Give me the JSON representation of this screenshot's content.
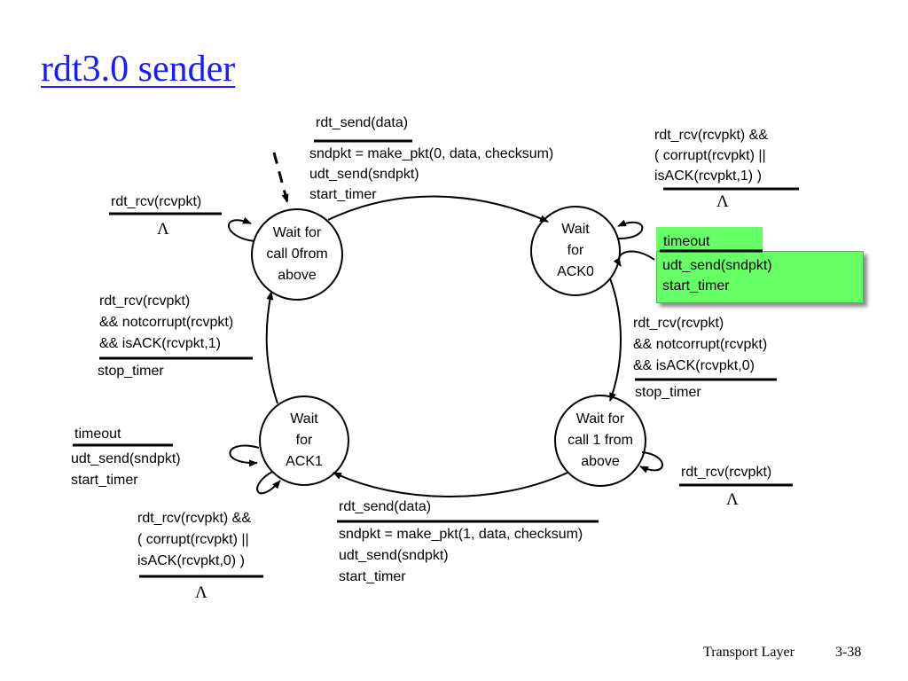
{
  "slide": {
    "title": "rdt3.0 sender",
    "footer": {
      "section": "Transport Layer",
      "page": "3-38"
    }
  },
  "lambda_symbol": "Λ",
  "states": [
    {
      "id": "wait-call-0",
      "label": "Wait for\ncall 0from\nabove"
    },
    {
      "id": "wait-ack-0",
      "label": "Wait\nfor\nACK0"
    },
    {
      "id": "wait-call-1",
      "label": "Wait for\ncall 1 from\nabove"
    },
    {
      "id": "wait-ack-1",
      "label": "Wait\nfor\nACK1"
    }
  ],
  "transitions": {
    "send0": {
      "event": "rdt_send(data)",
      "actions": [
        "sndpkt = make_pkt(0, data, checksum)",
        "udt_send(sndpkt)",
        "start_timer"
      ]
    },
    "ack0_bad": {
      "event": [
        "rdt_rcv(rcvpkt) &&",
        "( corrupt(rcvpkt) ||",
        "isACK(rcvpkt,1) )"
      ]
    },
    "ack0_timeout": {
      "event": "timeout",
      "actions": [
        "udt_send(sndpkt)",
        "start_timer"
      ]
    },
    "ack0_ok": {
      "event": [
        "rdt_rcv(rcvpkt)",
        "&& notcorrupt(rcvpkt)",
        "&& isACK(rcvpkt,0)"
      ],
      "action": "stop_timer"
    },
    "call1_rcv": {
      "event": "rdt_rcv(rcvpkt)"
    },
    "send1": {
      "event": "rdt_send(data)",
      "actions": [
        "sndpkt = make_pkt(1, data, checksum)",
        "udt_send(sndpkt)",
        "start_timer"
      ]
    },
    "ack1_bad": {
      "event": [
        "rdt_rcv(rcvpkt) &&",
        "( corrupt(rcvpkt) ||",
        "isACK(rcvpkt,0) )"
      ]
    },
    "ack1_timeout": {
      "event": "timeout",
      "actions": [
        "udt_send(sndpkt)",
        "start_timer"
      ]
    },
    "ack1_ok": {
      "event": [
        "rdt_rcv(rcvpkt)",
        "&& notcorrupt(rcvpkt)",
        "&& isACK(rcvpkt,1)"
      ],
      "action": "stop_timer"
    },
    "call0_rcv": {
      "event": "rdt_rcv(rcvpkt)"
    }
  },
  "colors": {
    "title": "#1a1aff",
    "highlight": "#66ff66"
  }
}
